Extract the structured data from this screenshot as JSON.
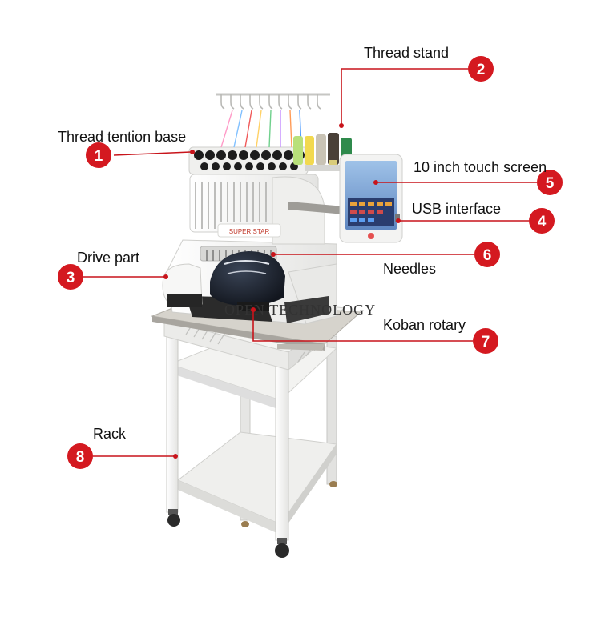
{
  "colors": {
    "accent": "#d41920",
    "frame": "#f2f2f0",
    "cap": "#1b2230"
  },
  "watermark": "OPEN TECHNOLOGY",
  "machine_brand": "SUPER STAR",
  "callouts": [
    {
      "number": "1",
      "label": "Thread tention base"
    },
    {
      "number": "2",
      "label": "Thread stand"
    },
    {
      "number": "3",
      "label": "Drive part"
    },
    {
      "number": "4",
      "label": "USB interface"
    },
    {
      "number": "5",
      "label": "10 inch touch screen"
    },
    {
      "number": "6",
      "label": "Needles"
    },
    {
      "number": "7",
      "label": "Koban rotary"
    },
    {
      "number": "8",
      "label": "Rack"
    }
  ]
}
